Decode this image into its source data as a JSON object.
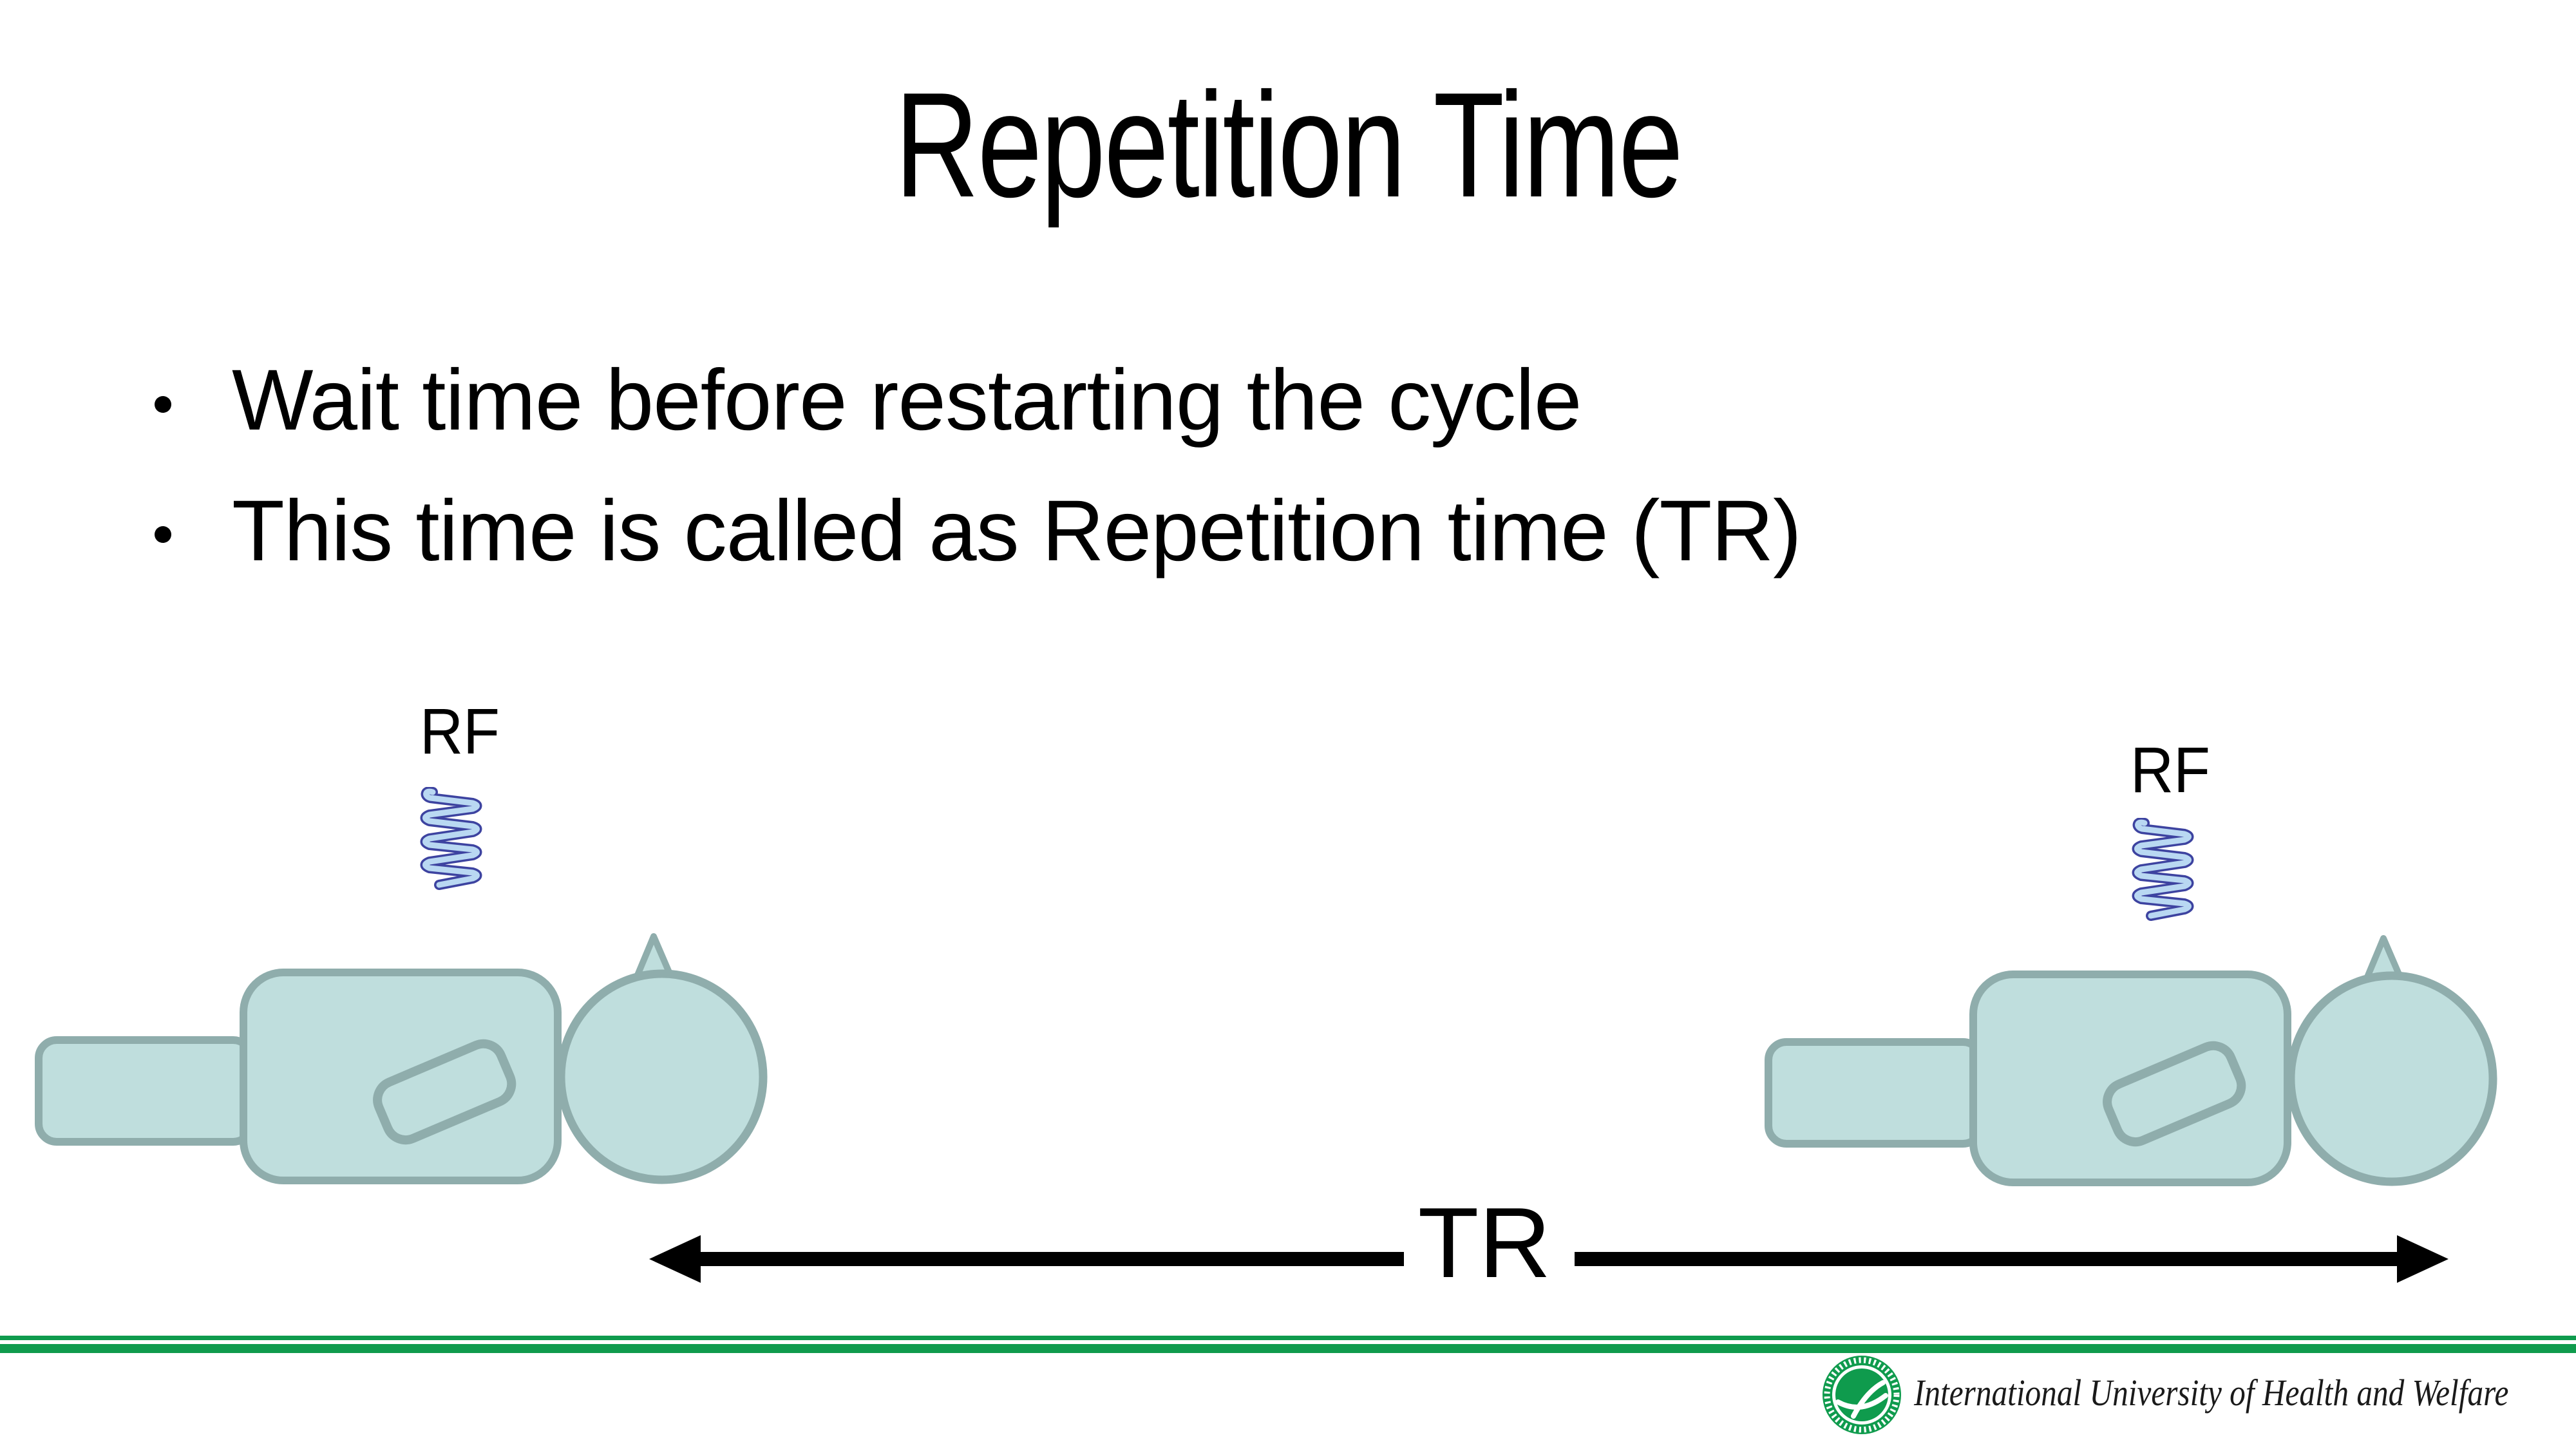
{
  "slide": {
    "title": "Repetition Time",
    "bullets": [
      "Wait time before restarting the cycle",
      "This time is called as Repetition time (TR)"
    ],
    "diagram": {
      "rf_left": "RF",
      "rf_right": "RF",
      "tr": "TR"
    },
    "footer": {
      "university": "International University of Health and Welfare"
    },
    "colors": {
      "body_fill": "#bfdedd",
      "body_stroke": "#8fadac",
      "coil_light": "#b9d8f2",
      "coil_dark": "#3d43a0",
      "green_bar": "#0f9b4d",
      "text": "#000000",
      "footer_text": "#1a1a1a"
    }
  }
}
